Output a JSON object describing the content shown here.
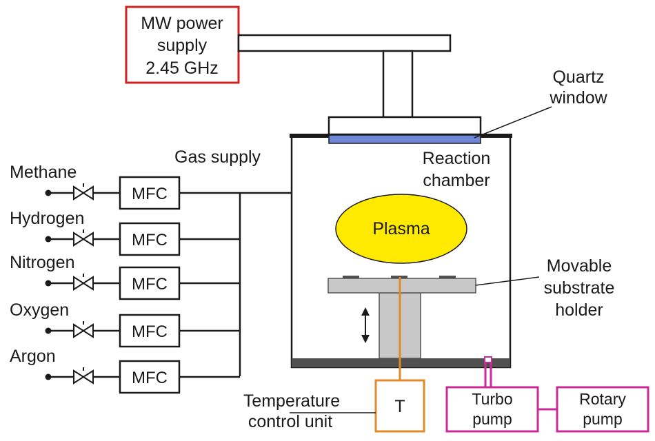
{
  "power_supply": {
    "lines": [
      "MW power",
      "supply",
      "2.45 GHz"
    ],
    "color": "#cc2222"
  },
  "quartz_window": {
    "lines": [
      "Quartz",
      "window"
    ],
    "color": "#6f87d6"
  },
  "reaction_chamber": {
    "lines": [
      "Reaction",
      "chamber"
    ]
  },
  "gas_supply_label": "Gas supply",
  "plasma": {
    "label": "Plasma",
    "color": "#ffea00"
  },
  "substrate_holder": {
    "lines": [
      "Movable",
      "substrate",
      "holder"
    ]
  },
  "gases": [
    {
      "name": "Methane",
      "mfc": "MFC"
    },
    {
      "name": "Hydrogen",
      "mfc": "MFC"
    },
    {
      "name": "Nitrogen",
      "mfc": "MFC"
    },
    {
      "name": "Oxygen",
      "mfc": "MFC"
    },
    {
      "name": "Argon",
      "mfc": "MFC"
    }
  ],
  "temperature_unit": {
    "lines": [
      "Temperature",
      "control unit"
    ],
    "box_label": "T",
    "color": "#e08a2a"
  },
  "turbo_pump": {
    "lines": [
      "Turbo",
      "pump"
    ],
    "color": "#cc2a9a"
  },
  "rotary_pump": {
    "lines": [
      "Rotary",
      "pump"
    ],
    "color": "#cc2a9a"
  }
}
